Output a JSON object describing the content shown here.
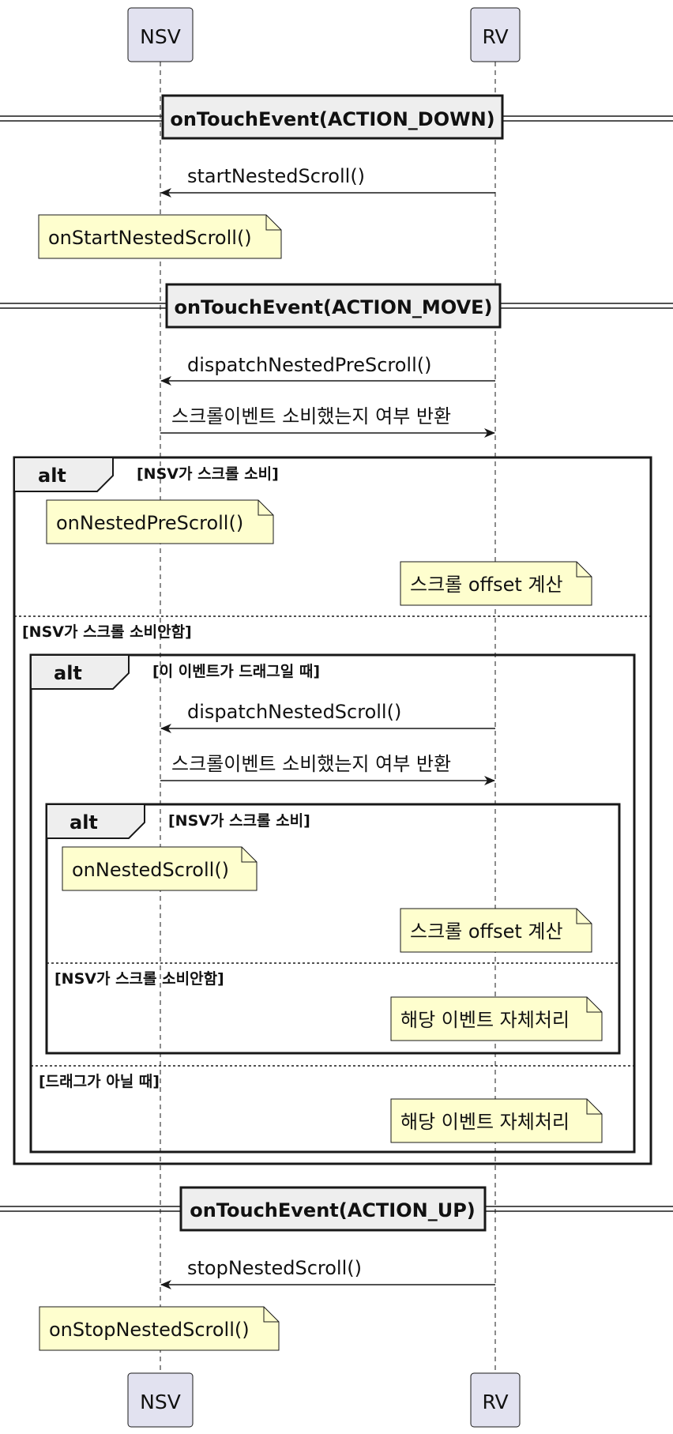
{
  "participants": {
    "nsv": "NSV",
    "rv": "RV"
  },
  "dividers": [
    "onTouchEvent(ACTION_DOWN)",
    "onTouchEvent(ACTION_MOVE)",
    "onTouchEvent(ACTION_UP)"
  ],
  "messages": [
    "startNestedScroll()",
    "dispatchNestedPreScroll()",
    "스크롤이벤트 소비했는지 여부 반환",
    "dispatchNestedScroll()",
    "스크롤이벤트 소비했는지 여부 반환",
    "stopNestedScroll()"
  ],
  "notes": [
    "onStartNestedScroll()",
    "onNestedPreScroll()",
    "스크롤 offset 계산",
    "onNestedScroll()",
    "스크롤 offset 계산",
    "해당 이벤트 자체처리",
    "해당 이벤트 자체처리",
    "onStopNestedScroll()"
  ],
  "fragments": {
    "keyword": "alt",
    "outer_condition": "[NSV가 스크롤 소비]",
    "outer_else": "[NSV가 스크롤 소비안함]",
    "middle_condition": "[이 이벤트가 드래그일 때]",
    "middle_else": "[드래그가 아닐 때]",
    "inner_condition": "[NSV가 스크롤 소비]",
    "inner_else": "[NSV가 스크롤 소비안함]"
  },
  "colors": {
    "participant_fill": "#e2e2f0",
    "note_fill": "#fefece",
    "divider_fill": "#eeeeee",
    "line": "#181818"
  }
}
